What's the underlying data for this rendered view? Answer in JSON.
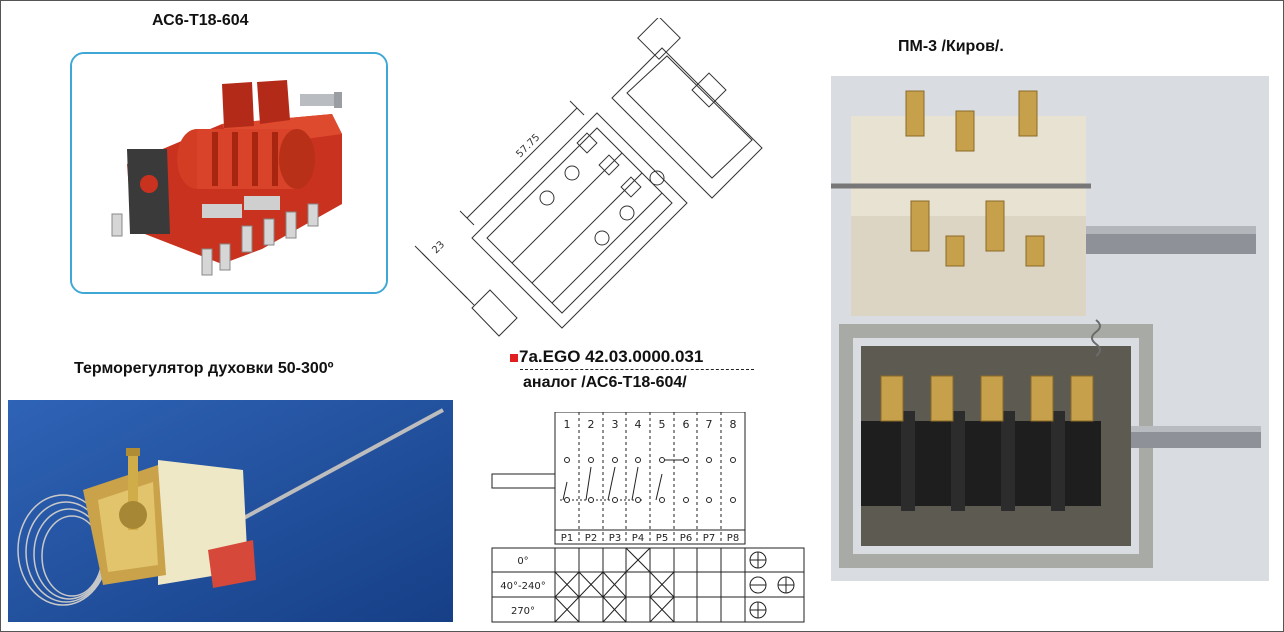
{
  "labels": {
    "ac6_title": "АС6-Т18-604",
    "pm3_title": "ПМ-3 /Киров/.",
    "thermo_title": "Терморегулятор духовки 50-300º",
    "ego_prefix": "7а.",
    "ego_title": "EGO 42.03.0000.031",
    "analog": "аналог  /АС6-Т18-604/"
  },
  "drawing": {
    "dim_width": "57.75",
    "dim_height": "23"
  },
  "schema": {
    "contacts": [
      "1",
      "2",
      "3",
      "4",
      "5",
      "6",
      "7",
      "8"
    ],
    "positions": [
      "P1",
      "P2",
      "P3",
      "P4",
      "P5",
      "P6",
      "P7",
      "P8"
    ],
    "rows": [
      "0°",
      "40°-240°",
      "270°"
    ]
  },
  "colors": {
    "box_border": "#3ea7d6",
    "marker": "#e02020",
    "switch_red": "#c8321e",
    "brass": "#c9a24a"
  }
}
